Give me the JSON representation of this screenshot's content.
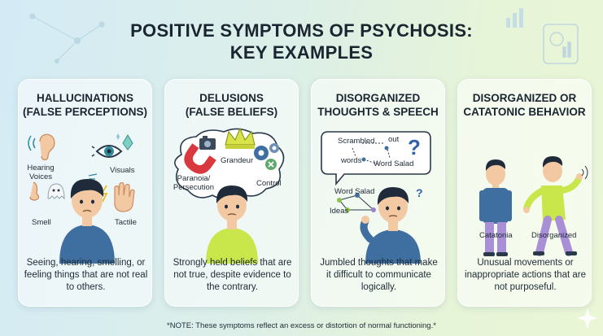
{
  "title_line1": "POSITIVE SYMPTOMS OF PSYCHOSIS:",
  "title_line2": "KEY EXAMPLES",
  "cards": [
    {
      "heading_line1": "HALLUCINATIONS",
      "heading_line2": "(FALSE PERCEPTIONS)",
      "labels": {
        "hearing_line1": "Hearing",
        "hearing_line2": "Voices",
        "visuals": "Visuals",
        "smell": "Smell",
        "tactile": "Tactile"
      },
      "description": "Seeing, hearing, smelling, or feeling things that are not real to others."
    },
    {
      "heading_line1": "DELUSIONS",
      "heading_line2": "(FALSE BELIEFS)",
      "labels": {
        "grandeur": "Grandeur",
        "paranoia_line1": "Paranoia/",
        "paranoia_line2": "Persecution",
        "control": "Control"
      },
      "description": "Strongly held beliefs that are not true, despite evidence to the contrary."
    },
    {
      "heading_line1": "DISORGANIZED",
      "heading_line2": "THOUGHTS & SPEECH",
      "labels": {
        "scrambled": "Scrambled",
        "out": "out",
        "words": "words",
        "word_salad_bubble": "Word Salad",
        "word_salad": "Word Salad",
        "ideas": "Ideas"
      },
      "description": "Jumbled thoughts that make it difficult to communicate logically."
    },
    {
      "heading_line1": "DISORGANIZED OR",
      "heading_line2": "CATATONIC BEHAVIOR",
      "labels": {
        "catatonia": "Catatonia",
        "disorganized": "Disorganized"
      },
      "description": "Unusual movements or inappropriate actions that are not purposeful."
    }
  ],
  "note": "*NOTE: These symptoms reflect an excess or distortion of normal functioning.*",
  "colors": {
    "shirt": "#3e6fa0",
    "skin": "#f3c9a4",
    "hair": "#1f2b3a",
    "lime_shirt": "#c9e64a",
    "pants": "#a98fd6",
    "accent_teal": "#2d8c9c"
  }
}
